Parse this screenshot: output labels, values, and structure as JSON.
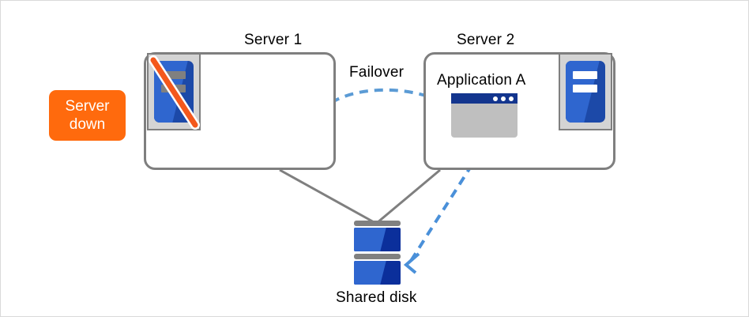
{
  "diagram": {
    "title_server1": "Server 1",
    "title_server2": "Server 2",
    "failover_label": "Failover",
    "application_label": "Application A",
    "shared_disk_label": "Shared disk",
    "status_badge": {
      "line1": "Server",
      "line2": "down",
      "color": "#ff6a0d",
      "text_color": "#ffffff"
    },
    "colors": {
      "box_border": "#7f7f7f",
      "connector_line": "#7f7f7f",
      "failover_arrow": "#5b9bd5",
      "replication_arrow": "#4a90d9",
      "server_blue_light": "#2f66cf",
      "server_blue_dark": "#1c49a8",
      "disk_blue_dark": "#0b2f9b",
      "icon_plate": "#d4d4d4",
      "app_titlebar": "#13358e",
      "app_body": "#bfbfbf",
      "offline_bar": "#808080",
      "online_bar": "#ffffff",
      "slash": "#f4581c"
    },
    "server1": {
      "state": "offline",
      "icon_name": "server-tower-icon-disabled"
    },
    "server2": {
      "state": "online",
      "icon_name": "server-tower-icon-active"
    }
  }
}
